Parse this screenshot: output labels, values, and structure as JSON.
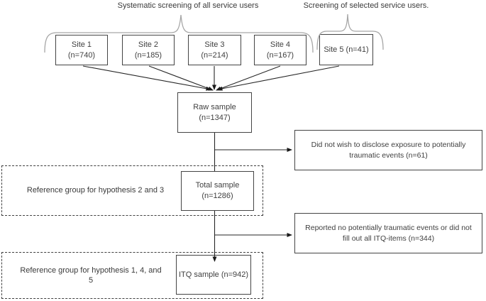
{
  "labels": {
    "systematic_screening": "Systematic screening of all service users",
    "selected_screening": "Screening of selected service users."
  },
  "sites": [
    {
      "name": "Site 1",
      "count": "(n=740)"
    },
    {
      "name": "Site 2",
      "count": "(n=185)"
    },
    {
      "name": "Site 3",
      "count": "(n=214)"
    },
    {
      "name": "Site 4",
      "count": "(n=167)"
    },
    {
      "name": "Site 5 (n=41)",
      "count": ""
    }
  ],
  "flow": {
    "raw_sample_line1": "Raw sample",
    "raw_sample_line2": "(n=1347)",
    "total_sample_line1": "Total sample",
    "total_sample_line2": "(n=1286)",
    "itq_sample": "ITQ sample (n=942)"
  },
  "exclusions": [
    {
      "text": "Did not wish to disclose exposure to potentially traumatic events (n=61)"
    },
    {
      "text": "Reported no potentially traumatic events or did not fill out all ITQ-items (n=344)"
    }
  ],
  "reference_groups": [
    {
      "text": "Reference group for hypothesis 2 and 3"
    },
    {
      "text": "Reference group for hypothesis 1, 4, and 5"
    }
  ],
  "colors": {
    "line": "#262626",
    "box_border": "#444444",
    "text": "#3f3f3f",
    "brace": "#a6a6a6"
  }
}
